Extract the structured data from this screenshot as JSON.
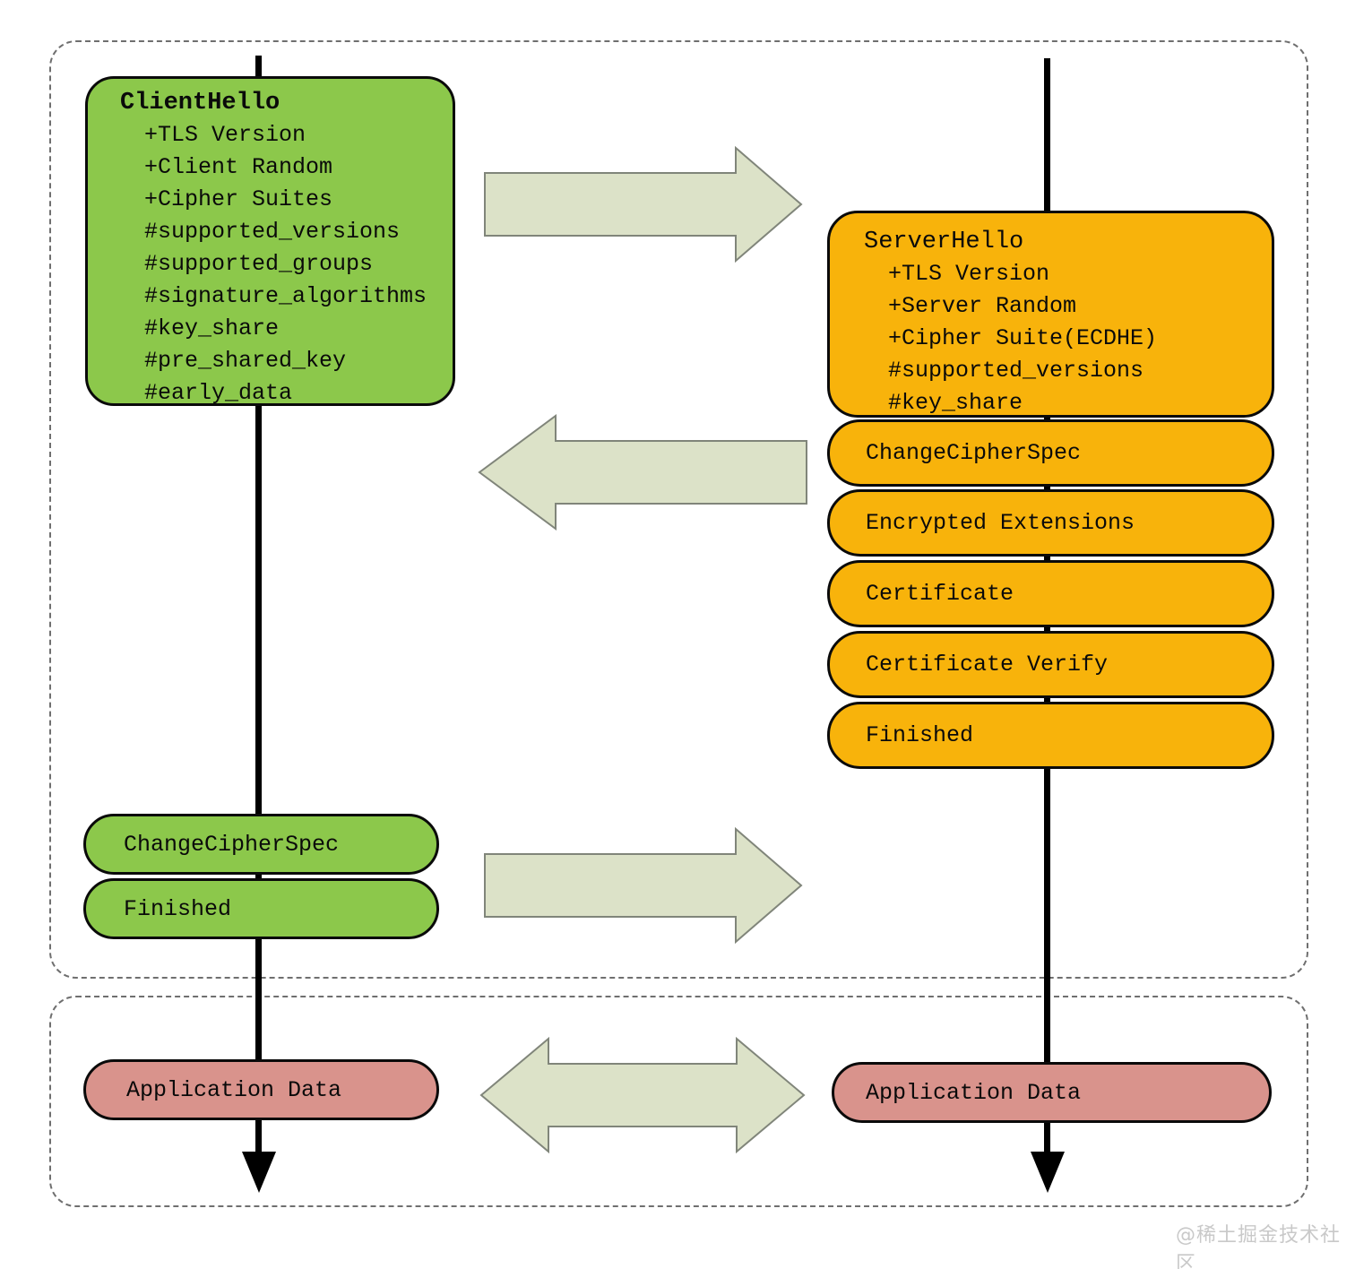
{
  "diagram": {
    "client_hello": {
      "title": "ClientHello",
      "items": [
        "+TLS Version",
        "+Client Random",
        "+Cipher Suites",
        "#supported_versions",
        "#supported_groups",
        "#signature_algorithms",
        "#key_share",
        "#pre_shared_key",
        "#early_data"
      ]
    },
    "server_hello": {
      "title": "ServerHello",
      "items": [
        "+TLS Version",
        "+Server Random",
        "+Cipher Suite(ECDHE)",
        "#supported_versions",
        "#key_share"
      ]
    },
    "server_messages": [
      "ChangeCipherSpec",
      "Encrypted Extensions",
      "Certificate",
      "Certificate Verify",
      "Finished"
    ],
    "client_messages": [
      "ChangeCipherSpec",
      "Finished"
    ],
    "client_app_data": "Application Data",
    "server_app_data": "Application Data",
    "watermark": "@稀土掘金技术社区"
  },
  "colors": {
    "client_fill": "#8cc84b",
    "server_fill": "#f8b30b",
    "appdata_fill": "#d9938c",
    "arrow_fill": "#dce2c8",
    "arrow_stroke": "#80857a",
    "line_color": "#000000",
    "dashed_border": "#6f6f6f"
  }
}
